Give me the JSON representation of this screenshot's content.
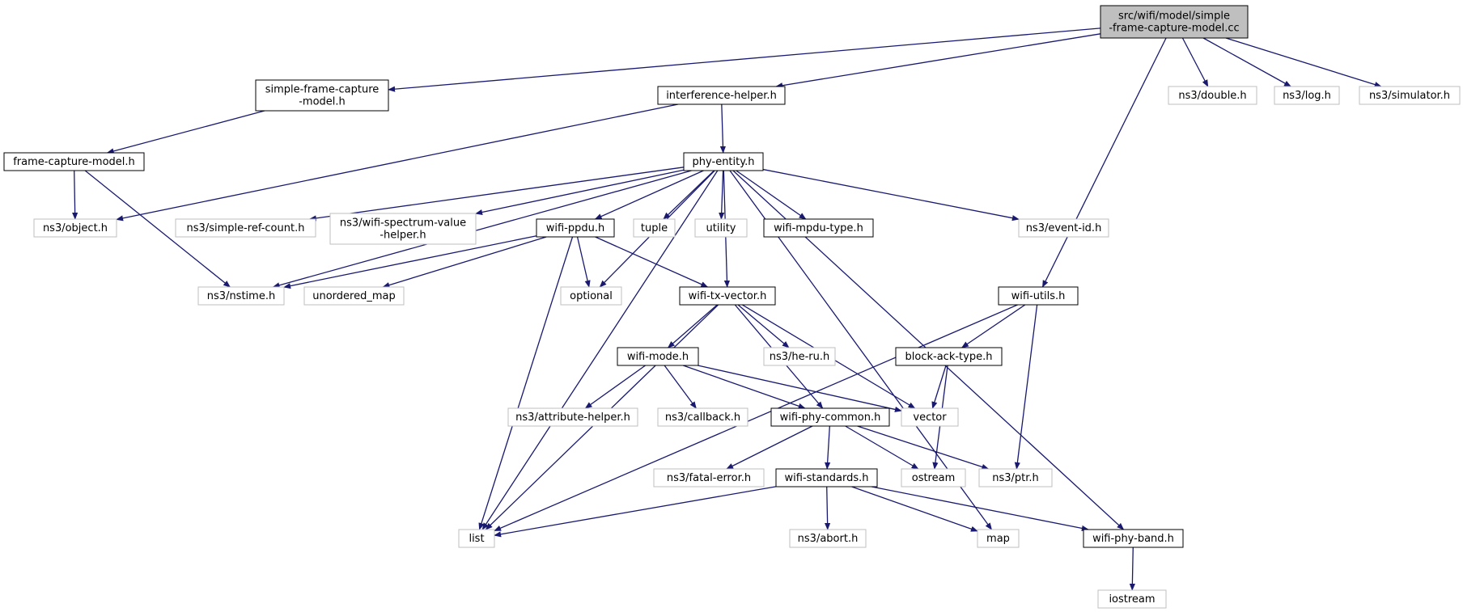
{
  "colors": {
    "edge": "#191970",
    "root_fill": "#bfbfbf",
    "root_border": "#000000",
    "project_border": "#000000",
    "external_border": "#bfbfbf"
  },
  "nodes": [
    {
      "id": "root",
      "kind": "root",
      "label": [
        "src/wifi/model/simple",
        "-frame-capture-model.cc"
      ]
    },
    {
      "id": "sfcm",
      "kind": "project",
      "label": [
        "simple-frame-capture",
        "-model.h"
      ]
    },
    {
      "id": "ih",
      "kind": "project",
      "label": [
        "interference-helper.h"
      ]
    },
    {
      "id": "ns3double",
      "kind": "external",
      "label": [
        "ns3/double.h"
      ]
    },
    {
      "id": "ns3log",
      "kind": "external",
      "label": [
        "ns3/log.h"
      ]
    },
    {
      "id": "ns3sim",
      "kind": "external",
      "label": [
        "ns3/simulator.h"
      ]
    },
    {
      "id": "fcm",
      "kind": "project",
      "label": [
        "frame-capture-model.h"
      ]
    },
    {
      "id": "phy",
      "kind": "project",
      "label": [
        "phy-entity.h"
      ]
    },
    {
      "id": "obj",
      "kind": "external",
      "label": [
        "ns3/object.h"
      ]
    },
    {
      "id": "src",
      "kind": "external",
      "label": [
        "ns3/simple-ref-count.h"
      ]
    },
    {
      "id": "wsv",
      "kind": "external",
      "label": [
        "ns3/wifi-spectrum-value",
        "-helper.h"
      ]
    },
    {
      "id": "ppdu",
      "kind": "project",
      "label": [
        "wifi-ppdu.h"
      ]
    },
    {
      "id": "tuple",
      "kind": "external",
      "label": [
        "tuple"
      ]
    },
    {
      "id": "utility",
      "kind": "external",
      "label": [
        "utility"
      ]
    },
    {
      "id": "mpdu",
      "kind": "project",
      "label": [
        "wifi-mpdu-type.h"
      ]
    },
    {
      "id": "eventid",
      "kind": "external",
      "label": [
        "ns3/event-id.h"
      ]
    },
    {
      "id": "nstime",
      "kind": "external",
      "label": [
        "ns3/nstime.h"
      ]
    },
    {
      "id": "umap",
      "kind": "external",
      "label": [
        "unordered_map"
      ]
    },
    {
      "id": "optional",
      "kind": "external",
      "label": [
        "optional"
      ]
    },
    {
      "id": "txv",
      "kind": "project",
      "label": [
        "wifi-tx-vector.h"
      ]
    },
    {
      "id": "wutils",
      "kind": "project",
      "label": [
        "wifi-utils.h"
      ]
    },
    {
      "id": "mode",
      "kind": "project",
      "label": [
        "wifi-mode.h"
      ]
    },
    {
      "id": "heru",
      "kind": "external",
      "label": [
        "ns3/he-ru.h"
      ]
    },
    {
      "id": "bat",
      "kind": "project",
      "label": [
        "block-ack-type.h"
      ]
    },
    {
      "id": "attr",
      "kind": "external",
      "label": [
        "ns3/attribute-helper.h"
      ]
    },
    {
      "id": "cb",
      "kind": "external",
      "label": [
        "ns3/callback.h"
      ]
    },
    {
      "id": "pcommon",
      "kind": "project",
      "label": [
        "wifi-phy-common.h"
      ]
    },
    {
      "id": "vector",
      "kind": "external",
      "label": [
        "vector"
      ]
    },
    {
      "id": "fatal",
      "kind": "external",
      "label": [
        "ns3/fatal-error.h"
      ]
    },
    {
      "id": "std",
      "kind": "project",
      "label": [
        "wifi-standards.h"
      ]
    },
    {
      "id": "ostream",
      "kind": "external",
      "label": [
        "ostream"
      ]
    },
    {
      "id": "ptr",
      "kind": "external",
      "label": [
        "ns3/ptr.h"
      ]
    },
    {
      "id": "list",
      "kind": "external",
      "label": [
        "list"
      ]
    },
    {
      "id": "abort",
      "kind": "external",
      "label": [
        "ns3/abort.h"
      ]
    },
    {
      "id": "map",
      "kind": "external",
      "label": [
        "map"
      ]
    },
    {
      "id": "band",
      "kind": "project",
      "label": [
        "wifi-phy-band.h"
      ]
    },
    {
      "id": "iostream",
      "kind": "external",
      "label": [
        "iostream"
      ]
    }
  ],
  "edges": [
    [
      "root",
      "sfcm"
    ],
    [
      "root",
      "ih"
    ],
    [
      "root",
      "wutils"
    ],
    [
      "root",
      "ns3double"
    ],
    [
      "root",
      "ns3log"
    ],
    [
      "root",
      "ns3sim"
    ],
    [
      "sfcm",
      "fcm"
    ],
    [
      "fcm",
      "obj"
    ],
    [
      "fcm",
      "nstime"
    ],
    [
      "ih",
      "obj"
    ],
    [
      "ih",
      "phy"
    ],
    [
      "phy",
      "list"
    ],
    [
      "phy",
      "src"
    ],
    [
      "phy",
      "wsv"
    ],
    [
      "phy",
      "nstime"
    ],
    [
      "phy",
      "ppdu"
    ],
    [
      "phy",
      "tuple"
    ],
    [
      "phy",
      "utility"
    ],
    [
      "phy",
      "mpdu"
    ],
    [
      "phy",
      "optional"
    ],
    [
      "phy",
      "txv"
    ],
    [
      "phy",
      "map"
    ],
    [
      "phy",
      "eventid"
    ],
    [
      "phy",
      "band"
    ],
    [
      "ppdu",
      "nstime"
    ],
    [
      "ppdu",
      "umap"
    ],
    [
      "ppdu",
      "optional"
    ],
    [
      "ppdu",
      "txv"
    ],
    [
      "ppdu",
      "list"
    ],
    [
      "txv",
      "list"
    ],
    [
      "txv",
      "mode"
    ],
    [
      "txv",
      "heru"
    ],
    [
      "txv",
      "vector"
    ],
    [
      "txv",
      "pcommon"
    ],
    [
      "mode",
      "attr"
    ],
    [
      "mode",
      "cb"
    ],
    [
      "mode",
      "pcommon"
    ],
    [
      "mode",
      "vector"
    ],
    [
      "wutils",
      "bat"
    ],
    [
      "wutils",
      "ptr"
    ],
    [
      "wutils",
      "list"
    ],
    [
      "bat",
      "vector"
    ],
    [
      "bat",
      "ostream"
    ],
    [
      "pcommon",
      "fatal"
    ],
    [
      "pcommon",
      "std"
    ],
    [
      "pcommon",
      "ostream"
    ],
    [
      "pcommon",
      "ptr"
    ],
    [
      "std",
      "list"
    ],
    [
      "std",
      "abort"
    ],
    [
      "std",
      "map"
    ],
    [
      "std",
      "band"
    ],
    [
      "band",
      "iostream"
    ]
  ]
}
